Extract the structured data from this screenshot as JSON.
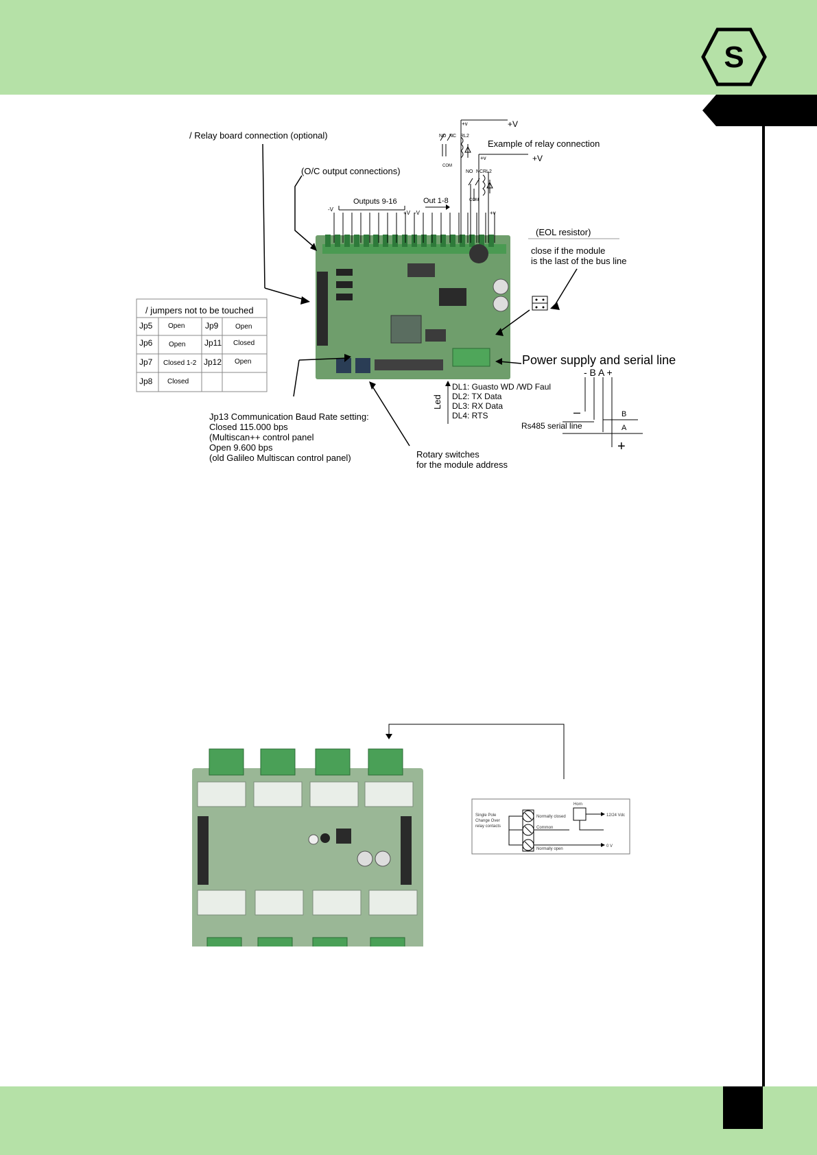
{
  "diagram": {
    "relay_board": "/ Relay board connection (optional)",
    "oc_outputs": "(O/C output connections)",
    "outputs_9_16": "Outputs 9-16",
    "out_1_8": "Out 1-8",
    "minus_v": "-V",
    "plus_v": "+V",
    "plus_v_lower": "+v",
    "example_relay": "Example of relay connection",
    "no": "NO",
    "nc": "NC",
    "com": "COM",
    "rl2": "RL2",
    "eol": "(EOL resistor)",
    "close_line1": "close if the module",
    "close_line2": "is the last of the bus line",
    "power_supply": "Power supply and serial line",
    "terminal_labels": "- B A +",
    "led": "Led",
    "dl1": "DL1: Guasto WD /WD Faul",
    "dl2": "DL2: TX Data",
    "dl3": "DL3: RX Data",
    "dl4": "DL4: RTS",
    "rs485": "Rs485 serial line",
    "b": "B",
    "a": "A",
    "minus": "–",
    "plus": "+",
    "jp13_line1": "Jp13 Communication Baud Rate setting:",
    "jp13_line2": "Closed 115.000 bps",
    "jp13_line3": "(Multiscan++ control panel",
    "jp13_line4": "Open 9.600 bps",
    "jp13_line5": "(old Galileo Multiscan control panel)",
    "rotary_line1": "Rotary switches",
    "rotary_line2": "for the module address"
  },
  "jumper_table": {
    "title": "/ jumpers not to be touched",
    "rows": [
      [
        "Jp5",
        "Open",
        "Jp9",
        "Open"
      ],
      [
        "Jp6",
        "Open",
        "Jp11",
        "Closed"
      ],
      [
        "Jp7",
        "Closed 1-2",
        "Jp12",
        "Open"
      ],
      [
        "Jp8",
        "Closed",
        "",
        ""
      ]
    ]
  },
  "relay_diagram": {
    "spdt": [
      "Single Pole",
      "Change Over",
      "relay contacts"
    ],
    "normally_closed": "Normally closed",
    "common": "Common",
    "normally_open": "Normally open",
    "horn": "Horn",
    "vdc": "12/24 Vdc",
    "zero_v": "0 V"
  },
  "logo_letter": "S",
  "colors": {
    "band": "#b5e1a7",
    "pcb": "#6d9a6a",
    "terminal": "#4fa65a"
  }
}
